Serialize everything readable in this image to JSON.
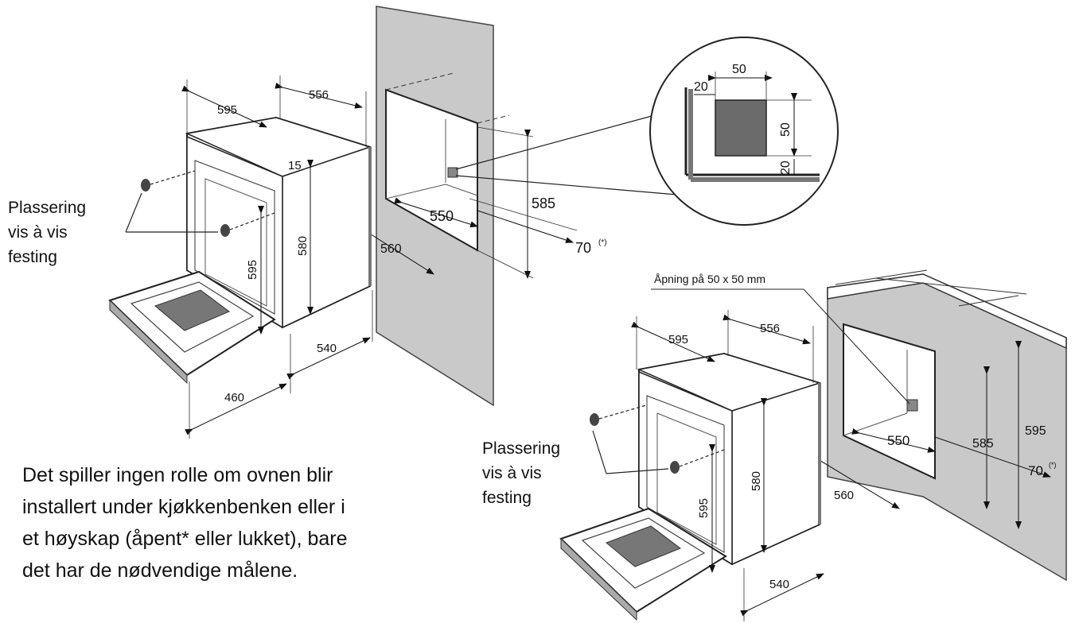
{
  "top_left": {
    "oven": {
      "d595": "595",
      "d556": "556",
      "d15": "15",
      "d580": "580",
      "d595_front": "595",
      "d540": "540",
      "d460": "460"
    },
    "screw_label": [
      "Plassering",
      "vis à vis",
      "festing"
    ]
  },
  "top_niche": {
    "d550": "550",
    "d560": "560",
    "d585": "585",
    "d70": "70",
    "d70_mark": "(*)"
  },
  "detail": {
    "d50_top": "50",
    "d20_left": "20",
    "d50_right": "50",
    "d20_bottom": "20"
  },
  "bottom_right": {
    "opening_label": "Åpning på 50 x 50 mm",
    "oven": {
      "d595": "595",
      "d556": "556",
      "d580": "580",
      "d595_front": "595",
      "d540": "540"
    },
    "niche": {
      "d550": "550",
      "d585": "585",
      "d595": "595",
      "d560": "560",
      "d70": "70",
      "d70_mark": "(*)"
    },
    "screw_label": [
      "Plassering",
      "vis à vis",
      "festing"
    ]
  },
  "caption_lines": [
    "Det spiller ingen rolle om ovnen blir",
    "installert under kjøkkenbenken eller i",
    "et høyskap (åpent* eller lukket), bare",
    "det har de nødvendige målene."
  ]
}
